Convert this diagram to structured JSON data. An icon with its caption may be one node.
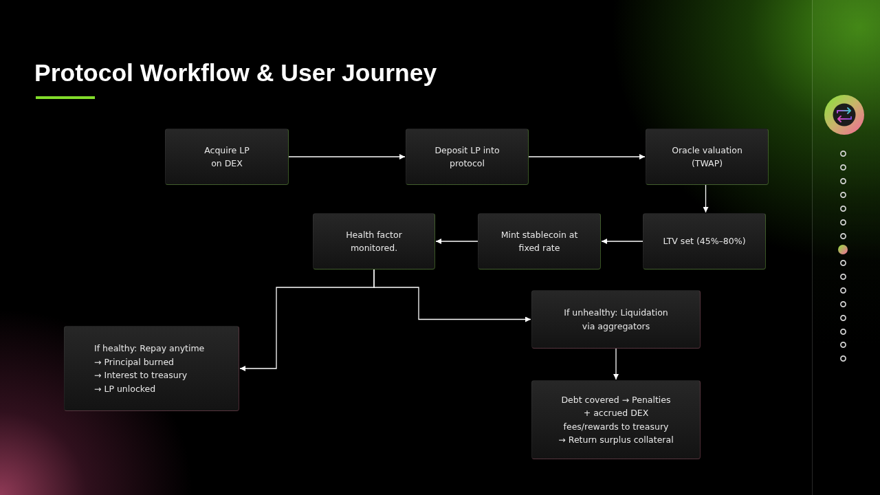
{
  "diagram": {
    "title": "Protocol Workflow & User Journey",
    "nodes": [
      {
        "text": [
          "Acquire LP on DEX"
        ]
      },
      {
        "text": [
          "Deposit LP into protocol"
        ]
      },
      {
        "text": [
          "Oracle valuation (TWAP)"
        ]
      },
      {
        "text": [
          "LTV set (45%–80%)"
        ]
      },
      {
        "text": [
          "Mint stablecoin at fixed rate"
        ]
      },
      {
        "text": [
          "Health factor monitored."
        ]
      },
      {
        "text": [
          "If healthy: Repay anytime",
          "→ Principal burned",
          "→ Interest to treasury",
          "→ LP unlocked"
        ]
      },
      {
        "text": [
          "If unhealthy: Liquidation via aggregators"
        ]
      },
      {
        "text": [
          "Debt covered → Penalties + accrued DEX fees/rewards to treasury",
          "→ Return surplus collateral"
        ]
      }
    ],
    "edges": [
      {
        "from": 0,
        "to": 1,
        "arrow": "to"
      },
      {
        "from": 1,
        "to": 2,
        "arrow": "to"
      },
      {
        "from": 2,
        "to": 3,
        "arrow": "to"
      },
      {
        "from": 3,
        "to": 4,
        "arrow": "to"
      },
      {
        "from": 4,
        "to": 5,
        "arrow": "to"
      },
      {
        "from": 5,
        "to": 6,
        "arrow": "to"
      },
      {
        "from": 5,
        "to": 7,
        "arrow": "to"
      },
      {
        "from": 7,
        "to": 8,
        "arrow": "to"
      }
    ]
  }
}
